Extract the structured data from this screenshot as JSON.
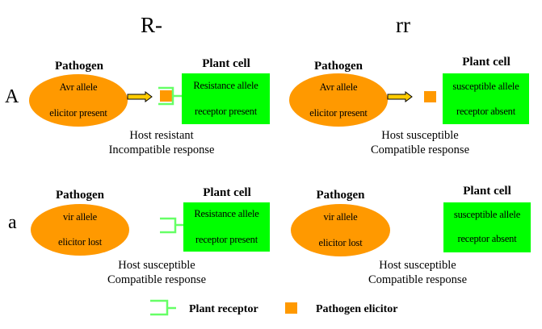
{
  "columns": {
    "left": {
      "title": "R-"
    },
    "right": {
      "title": "rr"
    }
  },
  "rows": {
    "top": {
      "label": "A"
    },
    "bottom": {
      "label": "a"
    }
  },
  "panels": {
    "top_left": {
      "pathogen_heading": "Pathogen",
      "pathogen_line1": "Avr allele",
      "pathogen_line2": "elicitor present",
      "plant_heading": "Plant cell",
      "plant_line1": "Resistance allele",
      "plant_line2": "receptor present",
      "result_line1": "Host resistant",
      "result_line2": "Incompatible response"
    },
    "top_right": {
      "pathogen_heading": "Pathogen",
      "pathogen_line1": "Avr allele",
      "pathogen_line2": "elicitor present",
      "plant_heading": "Plant cell",
      "plant_line1": "susceptible allele",
      "plant_line2": "receptor absent",
      "result_line1": "Host susceptible",
      "result_line2": "Compatible response"
    },
    "bottom_left": {
      "pathogen_heading": "Pathogen",
      "pathogen_line1": "vir allele",
      "pathogen_line2": "elicitor lost",
      "plant_heading": "Plant cell",
      "plant_line1": "Resistance allele",
      "plant_line2": "receptor present",
      "result_line1": "Host susceptible",
      "result_line2": "Compatible response"
    },
    "bottom_right": {
      "pathogen_heading": "Pathogen",
      "pathogen_line1": "vir allele",
      "pathogen_line2": "elicitor lost",
      "plant_heading": "Plant cell",
      "plant_line1": "susceptible allele",
      "plant_line2": "receptor absent",
      "result_line1": "Host susceptible",
      "result_line2": "Compatible response"
    }
  },
  "legend": {
    "receptor_label": "Plant receptor",
    "elicitor_label": "Pathogen elicitor"
  },
  "colors": {
    "pathogen": "#ff9900",
    "plant_cell": "#00ff00",
    "receptor": "#66ff66",
    "arrow": "#ffcc00"
  }
}
